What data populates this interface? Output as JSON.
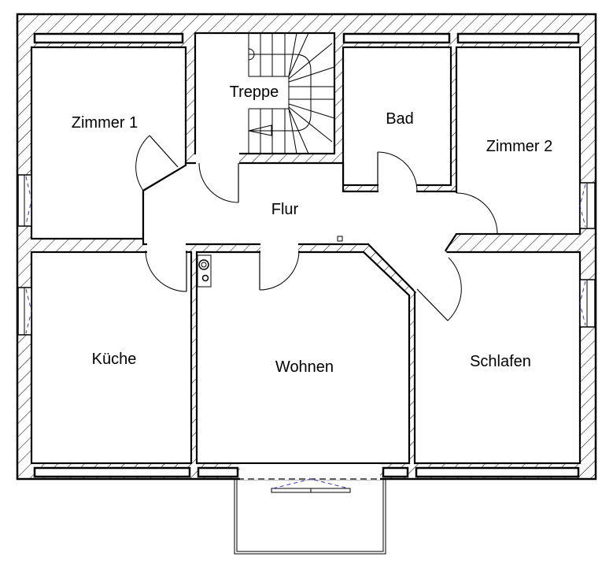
{
  "plan": {
    "rooms": {
      "zimmer1": "Zimmer 1",
      "treppe": "Treppe",
      "bad": "Bad",
      "zimmer2": "Zimmer 2",
      "flur": "Flur",
      "kueche": "Küche",
      "wohnen": "Wohnen",
      "schlafen": "Schlafen"
    },
    "colors": {
      "wall": "#000000",
      "window_sash": "#3333cc"
    }
  }
}
